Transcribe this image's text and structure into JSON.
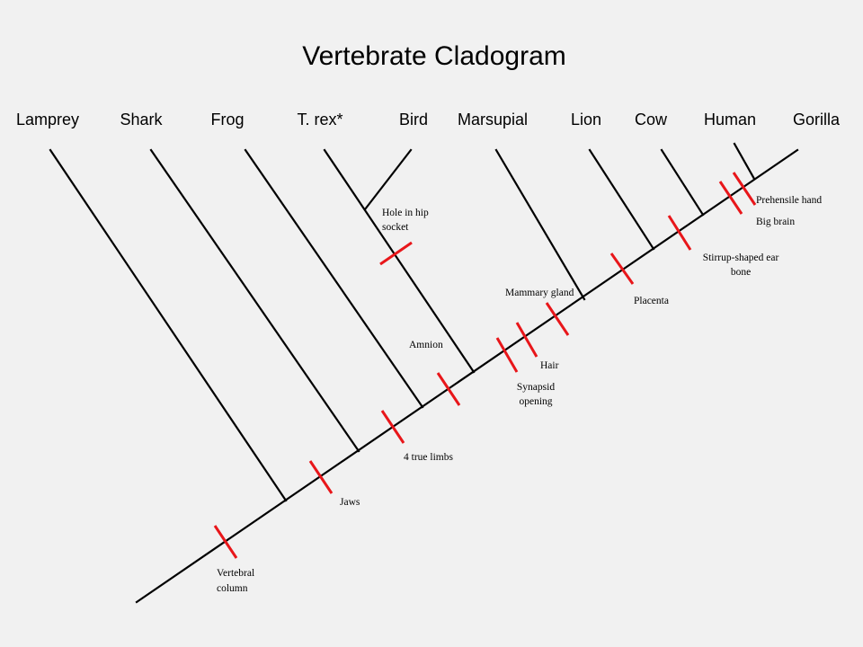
{
  "title": "Vertebrate Cladogram",
  "colors": {
    "background": "#f1f1f1",
    "line": "#000000",
    "tick": "#e8161a"
  },
  "taxa": [
    "Lamprey",
    "Shark",
    "Frog",
    "T. rex*",
    "Bird",
    "Marsupial",
    "Lion",
    "Cow",
    "Human",
    "Gorilla"
  ],
  "traits": {
    "vertebral_column": [
      "Vertebral",
      "column"
    ],
    "jaws": "Jaws",
    "four_true_limbs": "4 true limbs",
    "amnion": "Amnion",
    "hole_in_hip_socket": [
      "Hole in hip",
      "socket"
    ],
    "synapsid_opening": [
      "Synapsid",
      "opening"
    ],
    "hair": "Hair",
    "mammary_gland": "Mammary gland",
    "placenta": "Placenta",
    "stirrup_shaped_ear_bone": [
      "Stirrup-shaped ear",
      "bone"
    ],
    "big_brain": "Big brain",
    "prehensile_hand": "Prehensile hand"
  }
}
